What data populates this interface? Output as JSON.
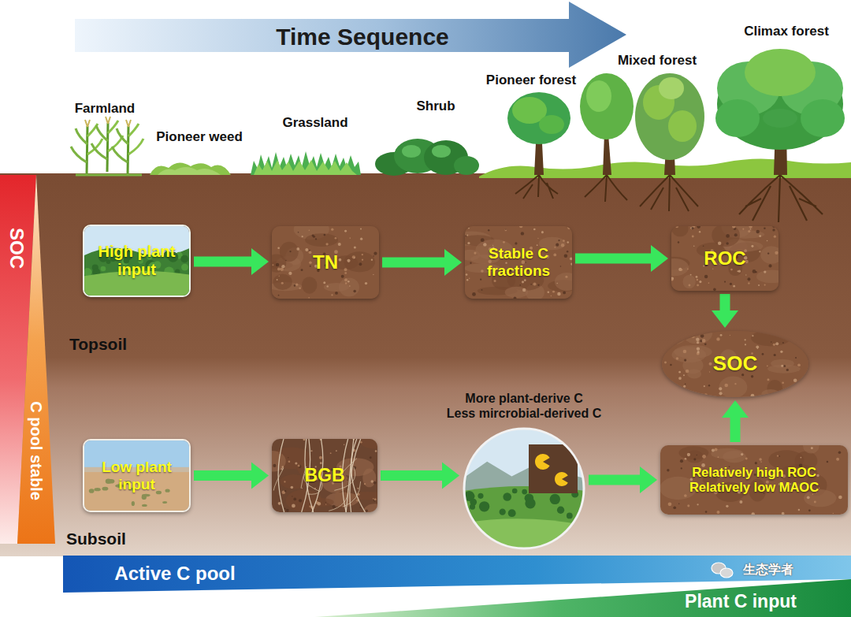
{
  "diagram": {
    "nodes": [
      {
        "text": [
          "High plant input"
        ]
      },
      {
        "text": [
          "TN"
        ]
      },
      {
        "text": [
          "Stable C fractions"
        ]
      },
      {
        "text": [
          "ROC"
        ]
      },
      {
        "text": [
          "SOC"
        ]
      },
      {
        "text": [
          "Low plant input"
        ]
      },
      {
        "text": [
          "BGB"
        ]
      },
      {
        "text": [
          "More plant-derive C",
          "Less mircrobial-derived C"
        ]
      },
      {
        "text": [
          "Relatively high ROC",
          "Relatively low MAOC"
        ]
      }
    ],
    "edges": [
      {
        "from": 0,
        "to": 1,
        "arrow": "to"
      },
      {
        "from": 1,
        "to": 2,
        "arrow": "to"
      },
      {
        "from": 2,
        "to": 3,
        "arrow": "to"
      },
      {
        "from": 3,
        "to": 4,
        "arrow": "to"
      },
      {
        "from": 5,
        "to": 6,
        "arrow": "to"
      },
      {
        "from": 6,
        "to": 7,
        "arrow": "to"
      },
      {
        "from": 7,
        "to": 8,
        "arrow": "to"
      },
      {
        "from": 8,
        "to": 4,
        "arrow": "to"
      }
    ],
    "labels": [
      "Time Sequence",
      "Farmland",
      "Pioneer weed",
      "Grassland",
      "Shrub",
      "Pioneer forest",
      "Mixed forest",
      "Climax forest",
      "SOC",
      "C pool stable",
      "Topsoil",
      "Subsoil",
      "Active C pool",
      "Plant C input",
      "生态学者"
    ]
  }
}
